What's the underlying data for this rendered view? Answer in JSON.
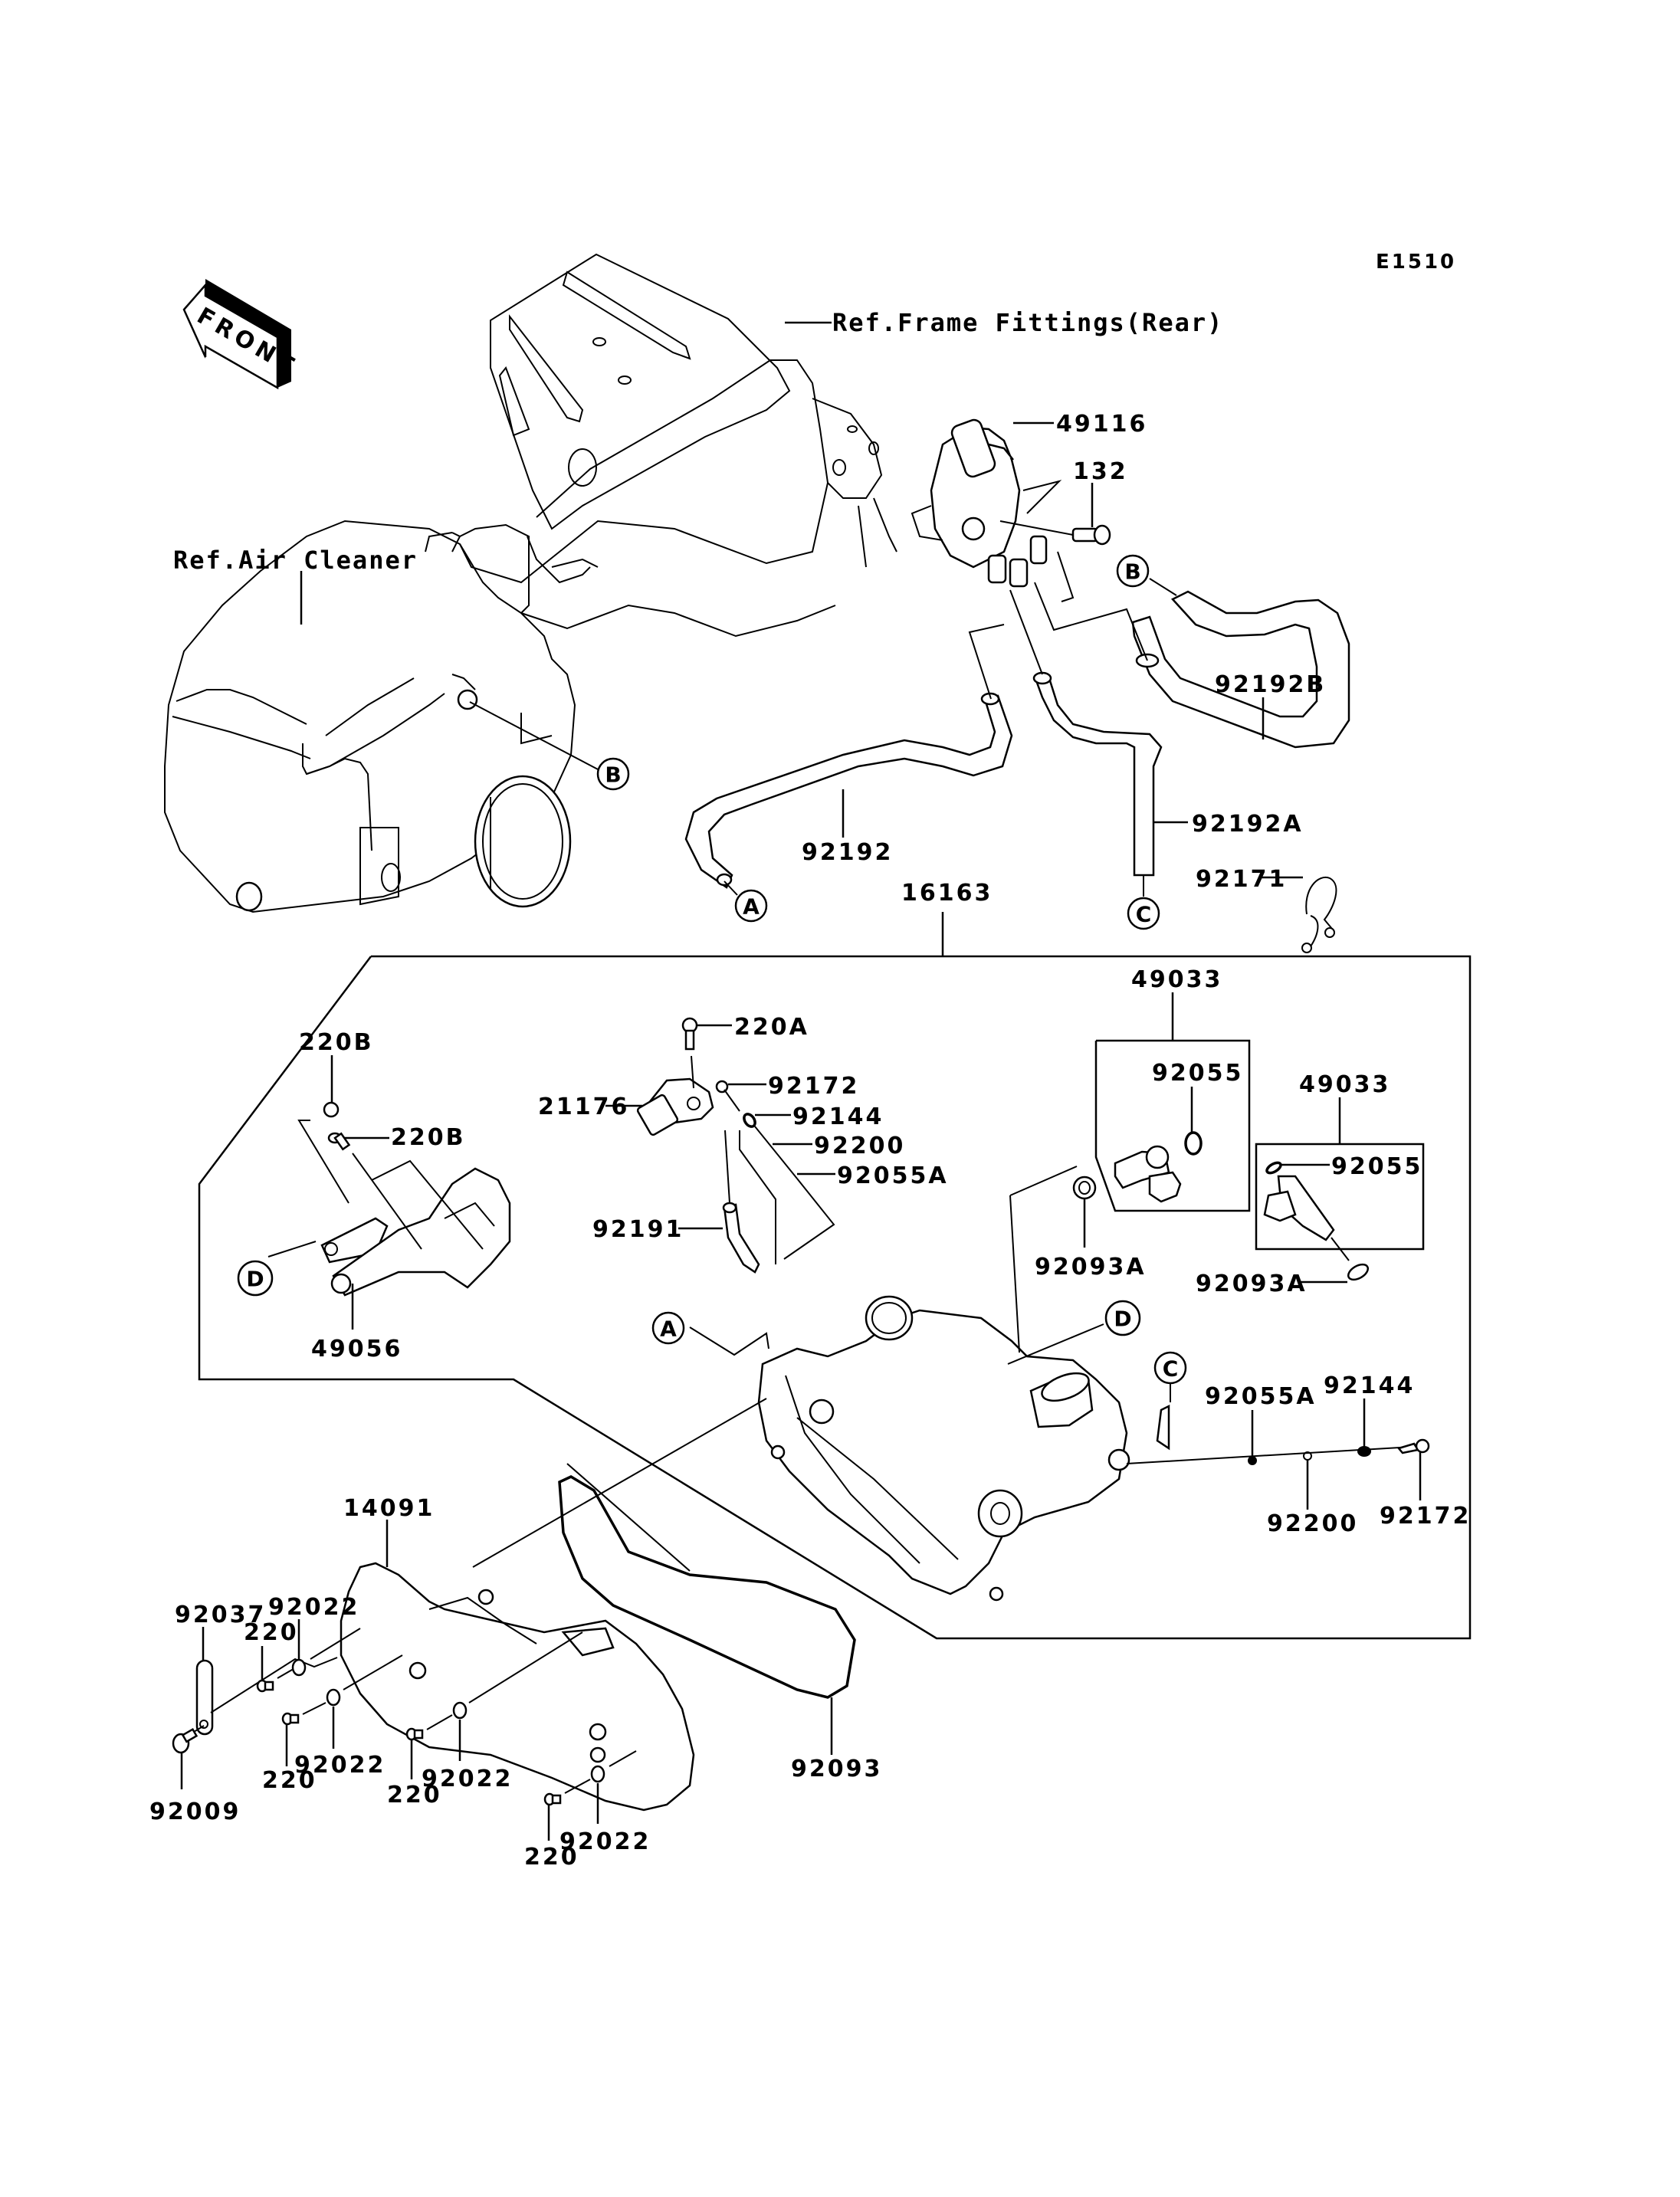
{
  "diagram": {
    "code": "E1510",
    "front_arrow": {
      "label": "FRONT",
      "icon": "front-arrow-icon"
    },
    "references": {
      "frame_fittings": "Ref.Frame Fittings(Rear)",
      "air_cleaner": "Ref.Air Cleaner"
    },
    "connectors": {
      "A": "A",
      "B": "B",
      "C": "C",
      "D": "D"
    },
    "parts": {
      "p49116": "49116",
      "p132": "132",
      "p92192B": "92192B",
      "p92192": "92192",
      "p92192A": "92192A",
      "p92171": "92171",
      "p16163": "16163",
      "p49033_a": "49033",
      "p92055_a": "92055",
      "p49033_b": "49033",
      "p92055_b": "92055",
      "p92093A_a": "92093A",
      "p92093A_b": "92093A",
      "p220B_a": "220B",
      "p220B_b": "220B",
      "p49056": "49056",
      "p220A": "220A",
      "p21176": "21176",
      "p92172_a": "92172",
      "p92144_a": "92144",
      "p92200_a": "92200",
      "p92055A_a": "92055A",
      "p92191": "92191",
      "p92055A_b": "92055A",
      "p92144_b": "92144",
      "p92200_b": "92200",
      "p92172_b": "92172",
      "p14091": "14091",
      "p92093": "92093",
      "p92037": "92037",
      "p92009": "92009",
      "p220_a": "220",
      "p220_b": "220",
      "p220_c": "220",
      "p220_d": "220",
      "p92022_a": "92022",
      "p92022_b": "92022",
      "p92022_c": "92022",
      "p92022_d": "92022"
    }
  }
}
